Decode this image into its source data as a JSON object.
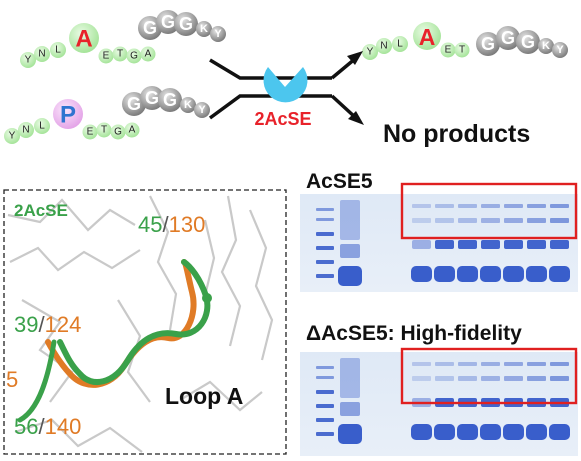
{
  "reaction": {
    "substrate_a": {
      "prefix": [
        "Y",
        "N",
        "L"
      ],
      "key": "A",
      "mid": [
        "E",
        "T",
        "G",
        "A"
      ],
      "tail_big": [
        "G",
        "G",
        "G"
      ],
      "tail_small": [
        "K",
        "Y"
      ]
    },
    "substrate_b": {
      "prefix": [
        "Y",
        "N",
        "L"
      ],
      "key": "P",
      "mid": [
        "E",
        "T",
        "G",
        "A"
      ],
      "tail_big": [
        "G",
        "G",
        "G"
      ],
      "tail_small": [
        "K",
        "Y"
      ]
    },
    "product": {
      "prefix": [
        "Y",
        "N",
        "L"
      ],
      "key": "A",
      "mid": [
        "E",
        "T"
      ],
      "tail_big": [
        "G",
        "G",
        "G"
      ],
      "tail_small": [
        "K",
        "Y"
      ]
    },
    "enzyme_label": "2AcSE",
    "no_product_label": "No products"
  },
  "structure_panel": {
    "label": "2AcSE",
    "loop_label": "Loop A",
    "residues": [
      {
        "green": "45",
        "sep": "/",
        "orange": "130"
      },
      {
        "green": "39",
        "sep": "/",
        "orange": "124"
      },
      {
        "green": "56",
        "sep": "/",
        "orange": "140"
      }
    ],
    "partial_residue": "5"
  },
  "gels": [
    {
      "title": "AcSE5"
    },
    {
      "title": "ΔAcSE5: High-fidelity"
    }
  ],
  "colors": {
    "green_residue": "#3aa14a",
    "orange_residue": "#e07b26",
    "alanine_red": "#e8222a",
    "proline_blue": "#2f74d0",
    "enzyme_cyan": "#4cc6ee",
    "enzyme_text": "#e8222a",
    "gel_band": "#2f55c8",
    "highlight_box": "#e02020"
  }
}
